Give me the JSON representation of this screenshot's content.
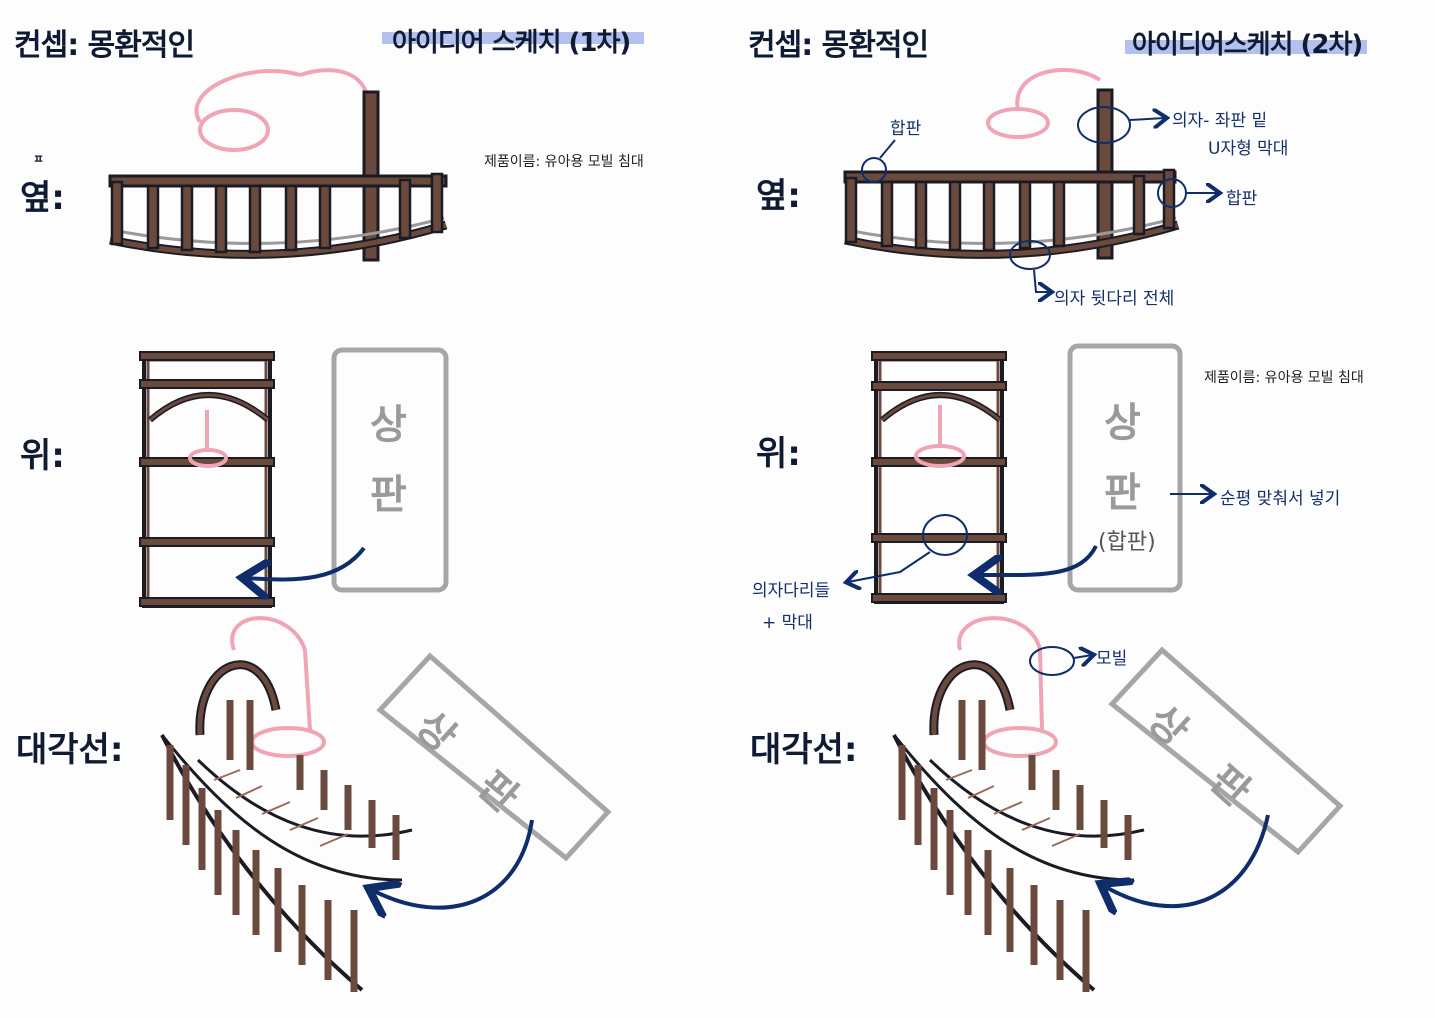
{
  "sketch1": {
    "concept": "컨셉: 몽환적인",
    "idea_title": "아이디어 스케치 (1차)",
    "product_name": "제품이름: 유아용 모빌 침대",
    "view_side_mark": "ㅍ",
    "view_side": "옆:",
    "view_top": "위:",
    "view_diag": "대각선:",
    "board_top": [
      "상",
      "판"
    ],
    "board_diag": [
      "상",
      "판"
    ]
  },
  "sketch2": {
    "concept": "컨셉: 몽환적인",
    "idea_title": "아이디어스케치 (2차)",
    "product_name": "제품이름: 유아용 모빌 침대",
    "view_side": "옆:",
    "view_top": "위:",
    "view_diag": "대각선:",
    "board_top": [
      "상",
      "판"
    ],
    "board_top_note": "(합판)",
    "board_diag": [
      "상",
      "판"
    ],
    "annotations": {
      "plywood_left": "합판",
      "chair_seat_1": "의자- 좌판 밑",
      "chair_seat_2": "U자형 막대",
      "plywood_right": "합판",
      "chair_legs_back": "의자 뒷다리 전체",
      "fit_order": "순평 맞춰서 넣기",
      "chair_legs_1": "의자다리들",
      "chair_legs_2": "+ 막대",
      "mobile": "모빌"
    }
  },
  "colors": {
    "wood": "#6b4a3e",
    "outline": "#1b1b24",
    "pink": "#f0a5b5",
    "navy": "#0f2d6b",
    "gray": "#a6a6a6",
    "highlight": "#9fb2ec"
  }
}
